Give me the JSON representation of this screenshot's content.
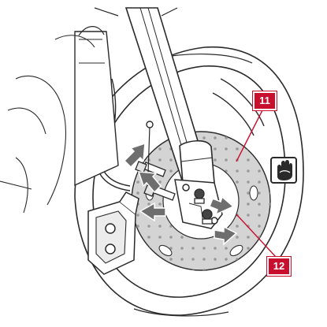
{
  "diagram": {
    "callouts": [
      {
        "id": "11",
        "label": "11"
      },
      {
        "id": "12",
        "label": "12"
      }
    ],
    "icons": [
      "gloved-hand-cleaning-icon"
    ],
    "colors": {
      "callout_fill": "#c8102e",
      "arrow_fill": "#6e6e6e",
      "disc_fill": "#d4d4d4",
      "line": "#2a2a2a"
    }
  }
}
